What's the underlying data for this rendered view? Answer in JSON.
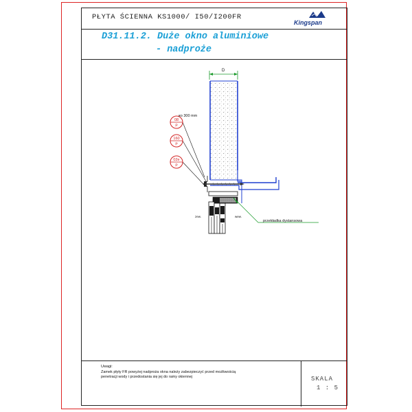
{
  "header": {
    "title": "PŁYTA ŚCIENNA KS1000/ I50/I200FR",
    "logo_text": "Kingspan"
  },
  "drawing_title": {
    "line1": "D31.11.2. Duże okno aluminiowe",
    "line2": "- nadproże"
  },
  "detail": {
    "dim_label": "D",
    "spacing_label": "co 300 mm",
    "callouts": [
      {
        "top": "08",
        "bottom": "P"
      },
      {
        "top": "160",
        "bottom": "P"
      },
      {
        "top": "02e",
        "bottom": "P"
      }
    ],
    "label_left": "zew.",
    "label_right": "wew.",
    "spacer_label": "przekładka dystansowa"
  },
  "footer": {
    "note_head": "Uwagi:",
    "note_lines": [
      "Zamek płyty FR powyżej nadproża okna należy zabezpieczyć przed możliwością",
      "penetracji wody i przedostania się jej do ramy okiennej"
    ],
    "scale_label": "SKALA",
    "scale_value": "1 : 5"
  },
  "colors": {
    "frame_red": "#d22222",
    "title_blue": "#1a9fd6",
    "panel_blue": "#1f3fd0",
    "green": "#1a9a2a",
    "logo_blue": "#1b3a8a"
  }
}
